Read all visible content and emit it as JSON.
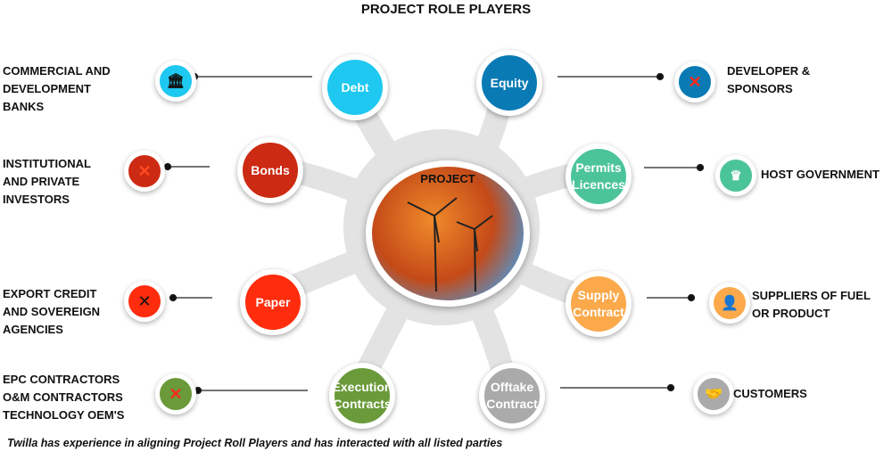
{
  "title": "PROJECT ROLE PLAYERS",
  "center": {
    "label": "PROJECT"
  },
  "nodes": [
    {
      "label": "Debt",
      "color": "#1ec8f0"
    },
    {
      "label": "Equity",
      "color": "#0a7ab5"
    },
    {
      "label": "Bonds",
      "color": "#cc2a12"
    },
    {
      "label": "Permits Licences",
      "color": "#4cc49a"
    },
    {
      "label": "Paper",
      "color": "#ff2d0d"
    },
    {
      "label": "Supply Contract",
      "color": "#fba94b"
    },
    {
      "label": "Execution Contracts",
      "color": "#6a9a3a"
    },
    {
      "label": "Offtake Contract",
      "color": "#aaaaaa"
    }
  ],
  "parties": [
    {
      "label": "COMMERCIAL AND\nDEVELOPMENT\nBANKS",
      "icon": "bank-icon"
    },
    {
      "label": "DEVELOPER &\nSPONSORS",
      "icon": "x-icon"
    },
    {
      "label": "INSTITUTIONAL\nAND PRIVATE\nINVESTORS",
      "icon": "x-icon"
    },
    {
      "label": "HOST GOVERNMENT",
      "icon": "crown-icon"
    },
    {
      "label": "EXPORT CREDIT\nAND  SOVEREIGN\nAGENCIES",
      "icon": "x-icon"
    },
    {
      "label": "SUPPLIERS OF FUEL\nOR PRODUCT",
      "icon": "person-icon"
    },
    {
      "label": "EPC CONTRACTORS\nO&M CONTRACTORS\nTECHNOLOGY OEM'S",
      "icon": "x-icon"
    },
    {
      "label": "CUSTOMERS",
      "icon": "handshake-icon"
    }
  ],
  "footer": "Twilla has experience in aligning Project Roll Players and has interacted with all listed parties"
}
